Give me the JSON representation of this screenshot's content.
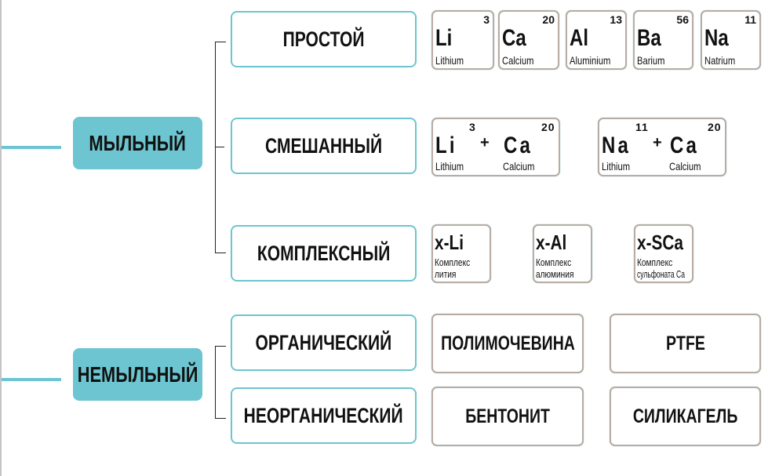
{
  "soap": {
    "label": "МЫЛЬНЫЙ",
    "categories": [
      {
        "label": "ПРОСТОЙ",
        "elements": [
          {
            "symbol": "Li",
            "number": "3",
            "name": "Lithium"
          },
          {
            "symbol": "Ca",
            "number": "20",
            "name": "Calcium"
          },
          {
            "symbol": "Al",
            "number": "13",
            "name": "Aluminium"
          },
          {
            "symbol": "Ba",
            "number": "56",
            "name": "Barium"
          },
          {
            "symbol": "Na",
            "number": "11",
            "name": "Natrium"
          }
        ]
      },
      {
        "label": "СМЕШАННЫЙ",
        "mixes": [
          {
            "a_symbol": "Li",
            "a_number": "3",
            "a_name": "Lithium",
            "plus": "+",
            "b_symbol": "Ca",
            "b_number": "20",
            "b_name": "Calcium"
          },
          {
            "a_symbol": "Na",
            "a_number": "11",
            "a_name": "Lithium",
            "plus": "+",
            "b_symbol": "Ca",
            "b_number": "20",
            "b_name": "Calcium"
          }
        ]
      },
      {
        "label": "КОМПЛЕКСНЫЙ",
        "complexes": [
          {
            "symbol": "x-Li",
            "line1": "Комплекс",
            "line2": "лития"
          },
          {
            "symbol": "x-Al",
            "line1": "Комплекс",
            "line2": "алюминия"
          },
          {
            "symbol": "x-SCa",
            "line1": "Комплекс",
            "line2": "сульфоната Ca"
          }
        ]
      }
    ]
  },
  "nonsoap": {
    "label": "НЕМЫЛЬНЫЙ",
    "categories": [
      {
        "label": "ОРГАНИЧЕСКИЙ",
        "items": [
          "ПОЛИМОЧЕВИНА",
          "PTFE"
        ]
      },
      {
        "label": "НЕОРГАНИЧЕСКИЙ",
        "items": [
          "БЕНТОНИТ",
          "СИЛИКАГЕЛЬ"
        ]
      }
    ]
  },
  "colors": {
    "accent": "#6cc5d0",
    "tile_border": "#b8aca3"
  }
}
